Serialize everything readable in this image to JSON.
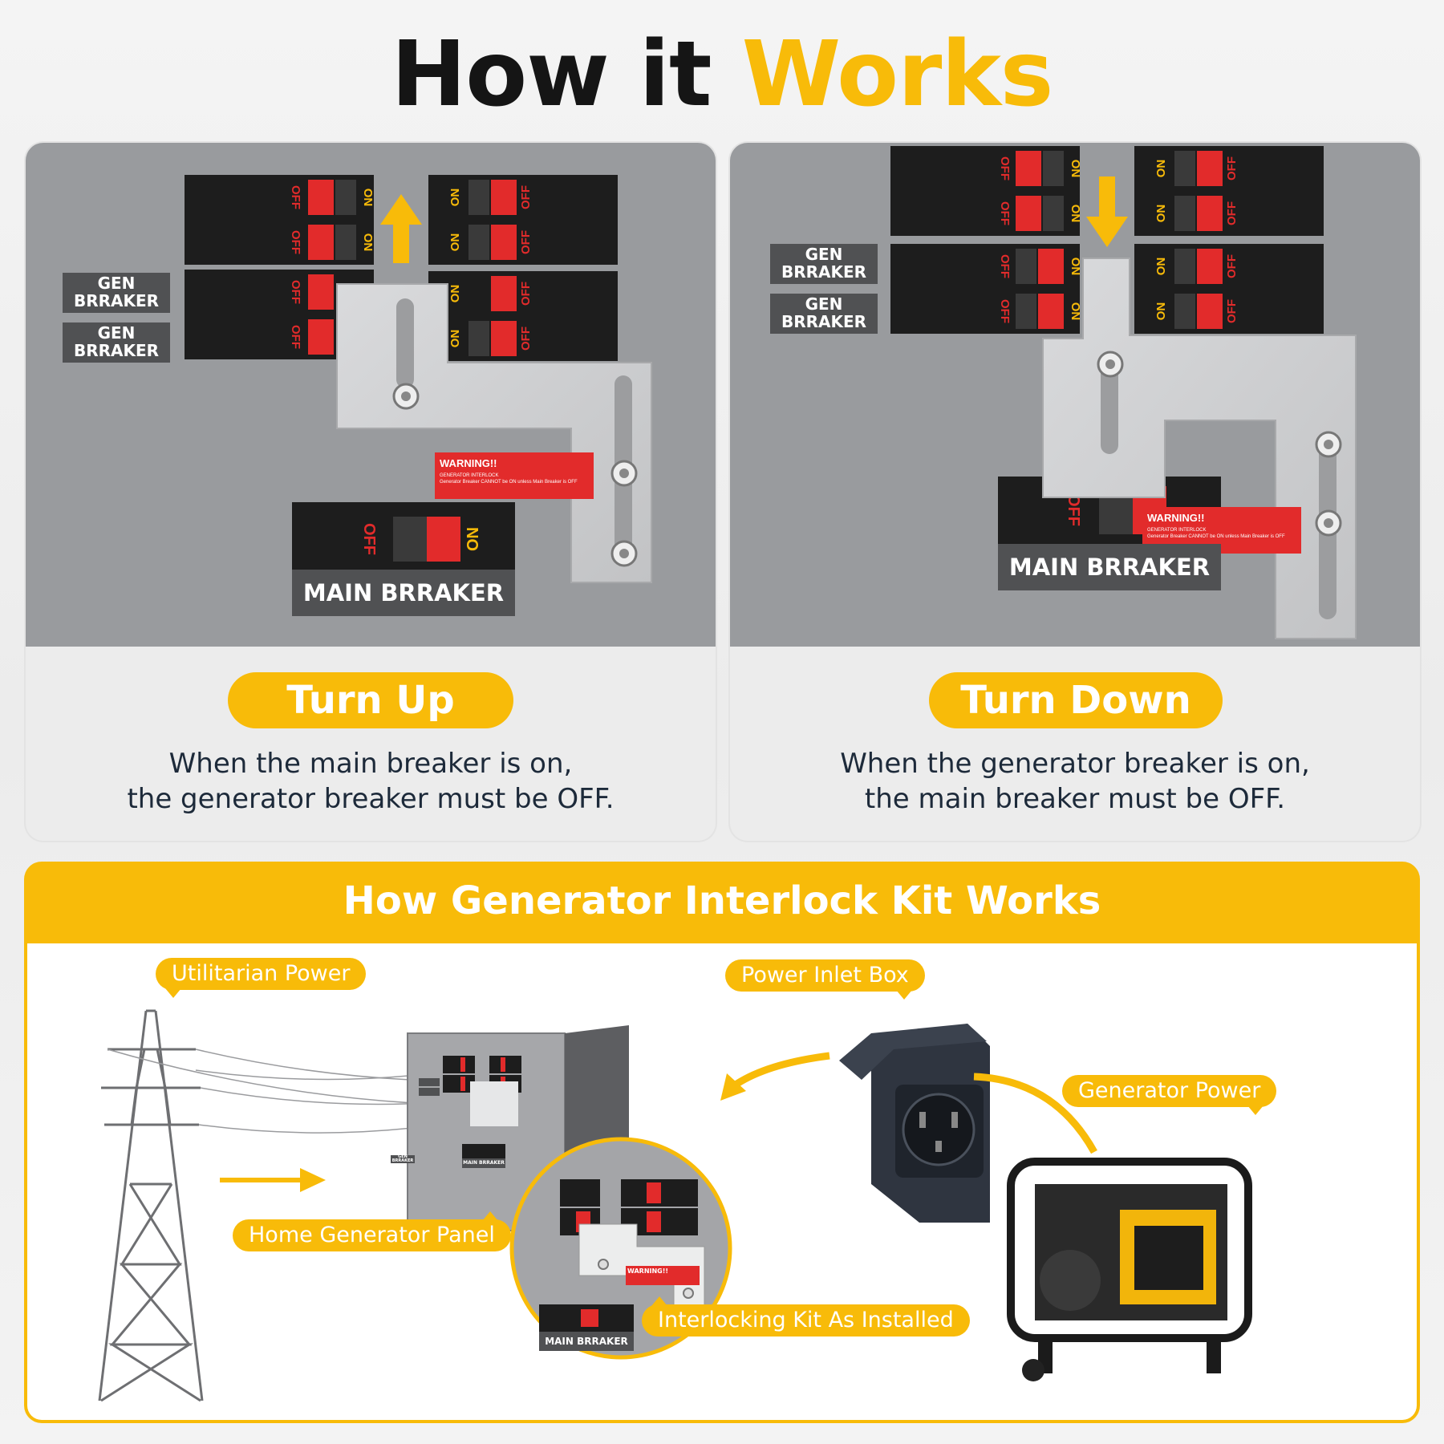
{
  "title": {
    "part1": "How it",
    "part2": "Works"
  },
  "colors": {
    "accent": "#f8bb09",
    "breaker_red": "#e22b2b",
    "breaker_black": "#1d1d1d",
    "plate_silver": "#cfd0d2"
  },
  "breaker": {
    "off": "OFF",
    "on": "ON"
  },
  "panels": [
    {
      "heading": "Turn Up",
      "desc_line1": "When the main breaker is on,",
      "desc_line2": "the generator breaker must be OFF.",
      "gen_label": "GEN BRRAKER",
      "main_label": "MAIN BRRAKER",
      "warning_title": "WARNING!!",
      "warning_sub": "GENERATOR INTERLOCK",
      "warning_text": "Generator Breaker CANNOT be ON unless Main Breaker is OFF",
      "arrow": "up-arrow"
    },
    {
      "heading": "Turn Down",
      "desc_line1": "When the generator breaker is on,",
      "desc_line2": "the main breaker must be OFF.",
      "gen_label": "GEN BRRAKER",
      "main_label": "MAIN BRRAKER",
      "warning_title": "WARNING!!",
      "warning_sub": "GENERATOR INTERLOCK",
      "warning_text": "Generator Breaker CANNOT be ON unless Main Breaker is OFF",
      "arrow": "down-arrow"
    }
  ],
  "bottom": {
    "title": "How Generator Interlock Kit Works",
    "tags": {
      "utility": "Utilitarian Power",
      "inlet": "Power Inlet Box",
      "generator": "Generator Power",
      "panel": "Home Generator Panel",
      "kit": "Interlocking Kit As Installed"
    },
    "inset": {
      "main_label": "MAIN BRRAKER",
      "warning_title": "WARNING!!"
    },
    "panel_small": {
      "main_label": "MAIN BRRAKER",
      "gen_label": "GEN BRRAKER"
    }
  }
}
